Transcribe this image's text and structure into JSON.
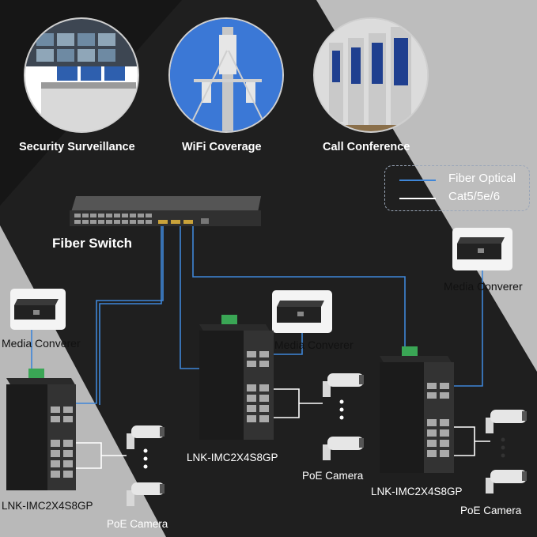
{
  "applications": [
    {
      "label": "Security Surveillance"
    },
    {
      "label": "WiFi Coverage"
    },
    {
      "label": "Call Conference"
    }
  ],
  "legend": {
    "fiber_label": "Fiber Optical",
    "cat_label": "Cat5/5e/6",
    "fiber_color": "#3f86d8",
    "cat_color": "#ffffff"
  },
  "core_switch": {
    "label": "Fiber Switch"
  },
  "media_converters": [
    {
      "label": "Media Converer"
    },
    {
      "label": "Media Converer"
    },
    {
      "label": "Media Converer"
    }
  ],
  "edge_switches": [
    {
      "model": "LNK-IMC2X4S8GP",
      "camera_label": "PoE Camera"
    },
    {
      "model": "LNK-IMC2X4S8GP",
      "camera_label": "PoE Camera"
    },
    {
      "model": "LNK-IMC2X4S8GP",
      "camera_label": "PoE Camera"
    }
  ],
  "colors": {
    "background": "#1f1f1f",
    "panel_gray": "#bdbdbd",
    "fiber": "#3f86d8"
  }
}
